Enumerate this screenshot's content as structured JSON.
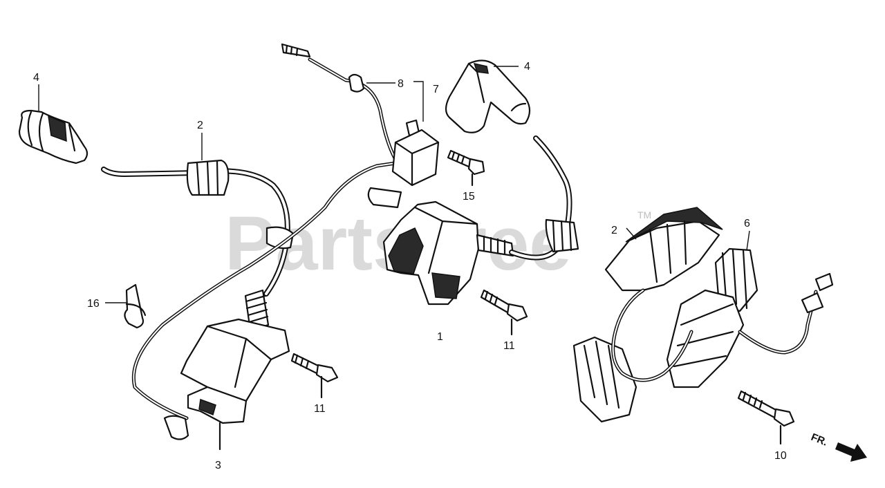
{
  "watermark": {
    "brand": "PartsTree",
    "trademark": "TM"
  },
  "direction_label": "FR.",
  "callouts": {
    "c1": "1",
    "c2_left": "2",
    "c2_right": "2",
    "c3": "3",
    "c4_left": "4",
    "c4_right": "4",
    "c6": "6",
    "c7": "7",
    "c8": "8",
    "c10": "10",
    "c11_left": "11",
    "c11_right": "11",
    "c15": "15",
    "c16": "16"
  }
}
